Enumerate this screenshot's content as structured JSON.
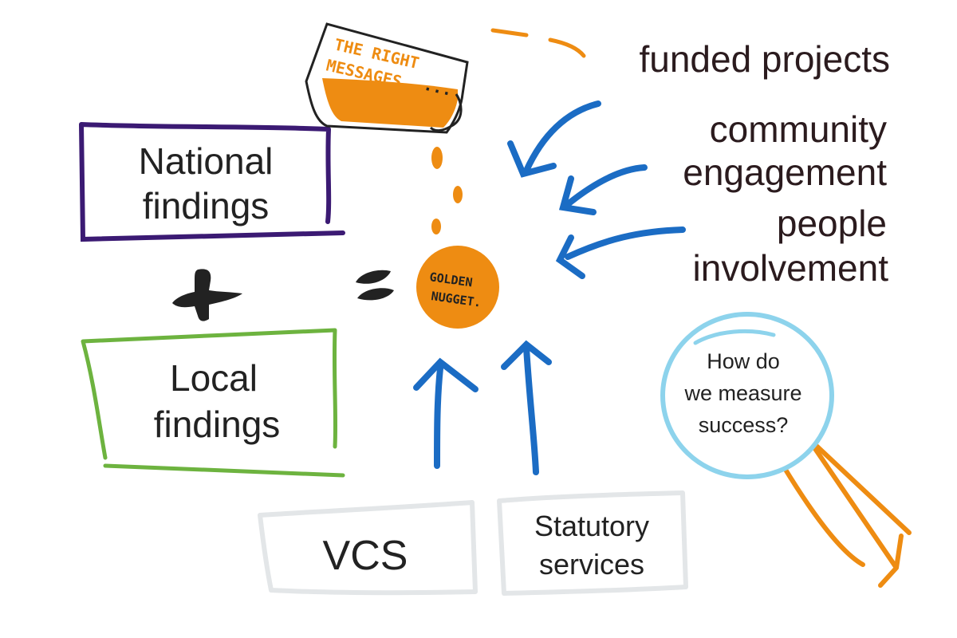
{
  "colors": {
    "national_box": "#3b1a73",
    "local_box": "#6db33f",
    "service_box": "#e3e6e8",
    "arrow": "#1b6cc4",
    "orange": "#ee8c12",
    "magnifier_ring": "#8dd3ec",
    "text": "#222222",
    "right_text": "#2b1b1e"
  },
  "boxes": {
    "national": {
      "line1": "National",
      "line2": "findings"
    },
    "local": {
      "line1": "Local",
      "line2": "findings"
    },
    "vcs": {
      "label": "VCS"
    },
    "statutory": {
      "line1": "Statutory",
      "line2": "services"
    }
  },
  "operators": {
    "plus": "plus-icon",
    "equals": "equals-icon"
  },
  "jug": {
    "line1": "THE RIGHT",
    "line2": "MESSAGES",
    "ellipsis": "..."
  },
  "nugget": {
    "line1": "GOLDEN",
    "line2": "NUGGET."
  },
  "inputs": {
    "funded": "funded projects",
    "community_line1": "community",
    "community_line2": "engagement",
    "people_line1": "people",
    "people_line2": "involvement"
  },
  "magnifier": {
    "line1": "How do",
    "line2": "we measure",
    "line3": "success?"
  }
}
